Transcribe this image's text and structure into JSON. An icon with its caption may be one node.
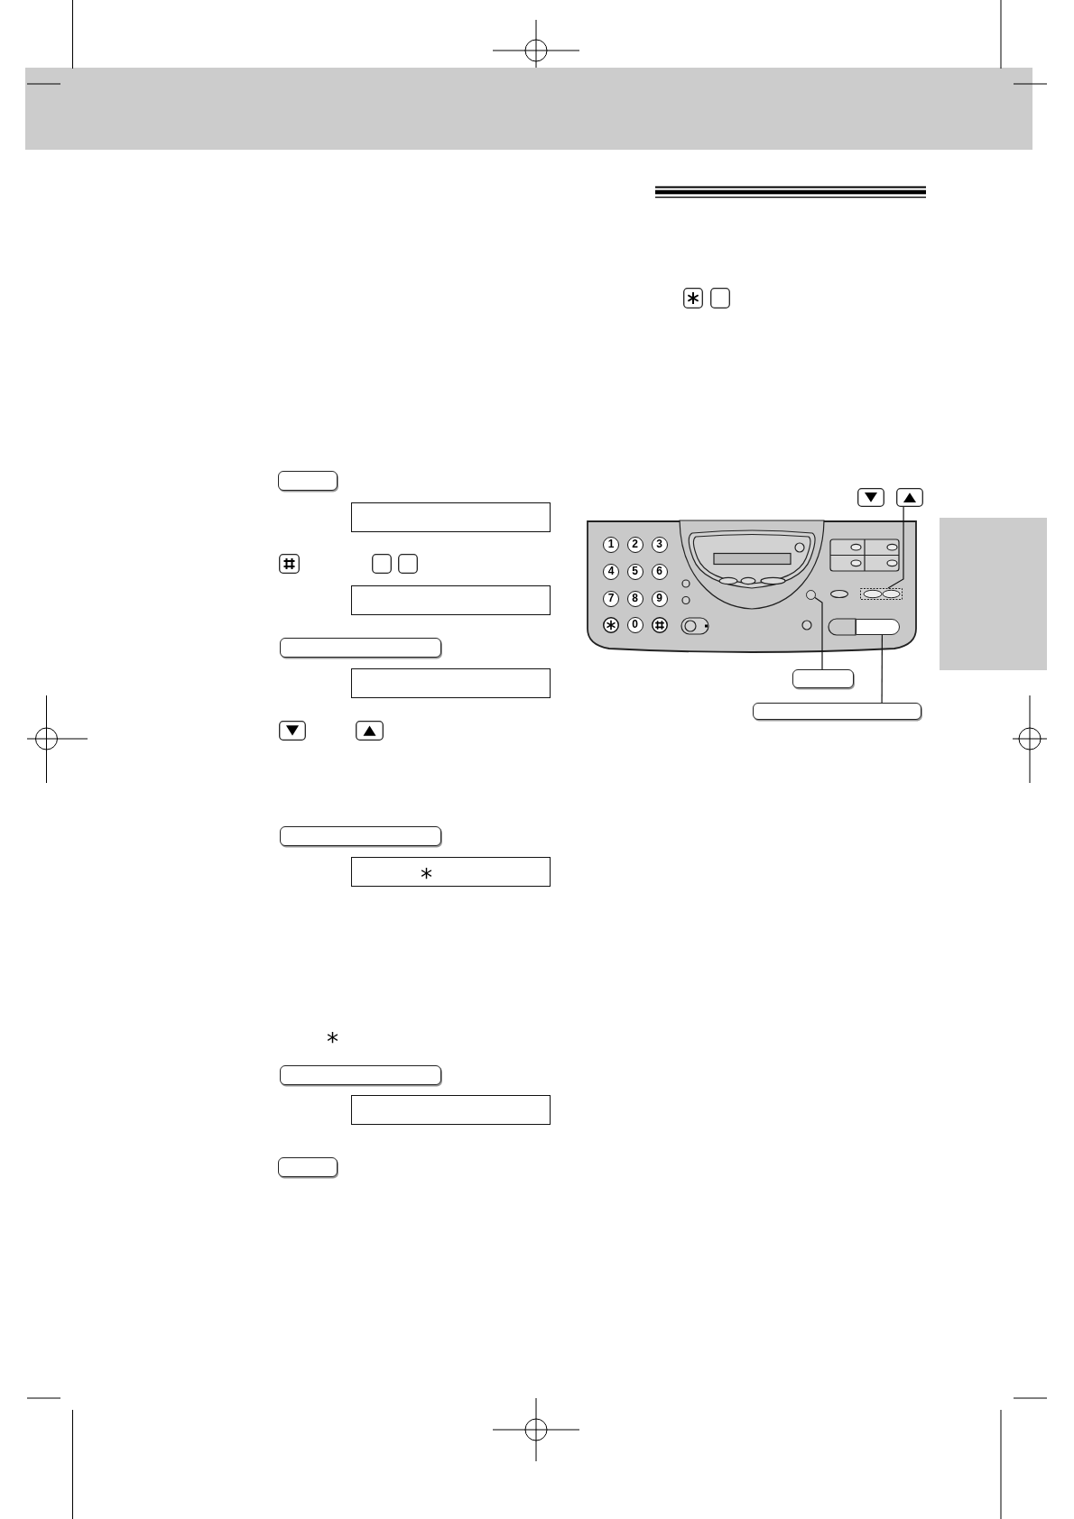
{
  "diagram": {
    "nodes": [
      {
        "text": [],
        "shape": "box"
      },
      {
        "text": [],
        "shape": "box"
      },
      {
        "text": [],
        "shape": "box"
      },
      {
        "text": [],
        "shape": "box"
      },
      {
        "text": [],
        "shape": "box"
      },
      {
        "text": [],
        "shape": "box"
      },
      {
        "text": [
          "*"
        ]
      },
      {
        "text": [],
        "shape": "box"
      },
      {
        "text": [],
        "shape": "box"
      },
      {
        "text": [],
        "shape": "box"
      },
      {
        "text": [],
        "shape": "box"
      },
      {
        "text": [],
        "shape": "picture"
      },
      {
        "text": [
          "1"
        ],
        "in": 11
      },
      {
        "text": [
          "2"
        ],
        "in": 11
      },
      {
        "text": [
          "3"
        ],
        "in": 11
      },
      {
        "text": [
          "4"
        ],
        "in": 11
      },
      {
        "text": [
          "5"
        ],
        "in": 11
      },
      {
        "text": [
          "6"
        ],
        "in": 11
      },
      {
        "text": [
          "7"
        ],
        "in": 11
      },
      {
        "text": [
          "8"
        ],
        "in": 11
      },
      {
        "text": [
          "9"
        ],
        "in": 11
      },
      {
        "text": [
          "0"
        ],
        "in": 11
      },
      {
        "text": [],
        "shape": "box",
        "in": 11
      },
      {
        "text": [],
        "shape": "circle",
        "in": 11
      },
      {
        "text": [],
        "shape": "box",
        "in": 11
      },
      {
        "text": [],
        "shape": "box"
      },
      {
        "text": [],
        "shape": "box"
      },
      {
        "text": [],
        "shape": "box"
      }
    ],
    "edges": [
      {
        "from": 10,
        "to": 22,
        "arrow": "none"
      },
      {
        "from": 25,
        "to": 23,
        "arrow": "none"
      },
      {
        "from": 26,
        "to": 24,
        "arrow": "none"
      }
    ],
    "labels": [
      "*"
    ]
  }
}
